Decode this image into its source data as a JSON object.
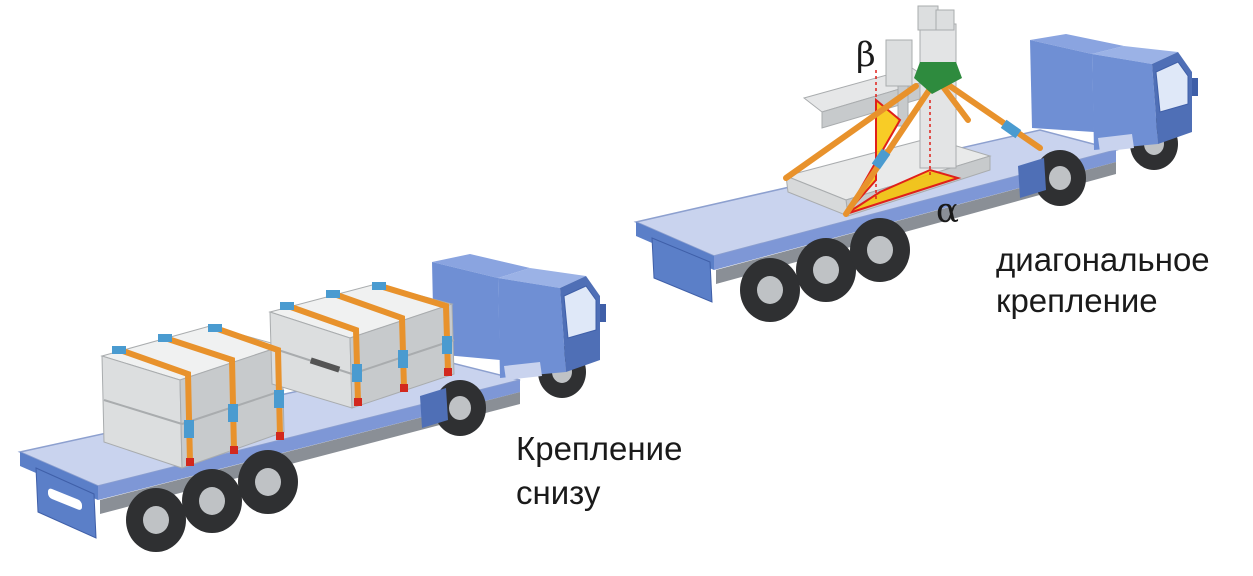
{
  "labels": {
    "bottom_line1": "Крепление",
    "bottom_line2": "снизу",
    "diagonal_line1": "диагональное",
    "diagonal_line2": "крепление",
    "beta": "β",
    "alpha": "α"
  },
  "colors": {
    "trailer_deck": "#c9d3ee",
    "trailer_side": "#5b7fc8",
    "cab": "#6f8fd4",
    "cab_dark": "#4f6fb6",
    "cargo_light": "#e9eaea",
    "cargo_shadow": "#b9bcbe",
    "strap": "#e8922c",
    "ratchet": "#4a9bd0",
    "angle_fill": "#f7c300",
    "angle_edge": "#e0201a",
    "tire": "#2f3032",
    "hub": "#bfc2c5"
  }
}
